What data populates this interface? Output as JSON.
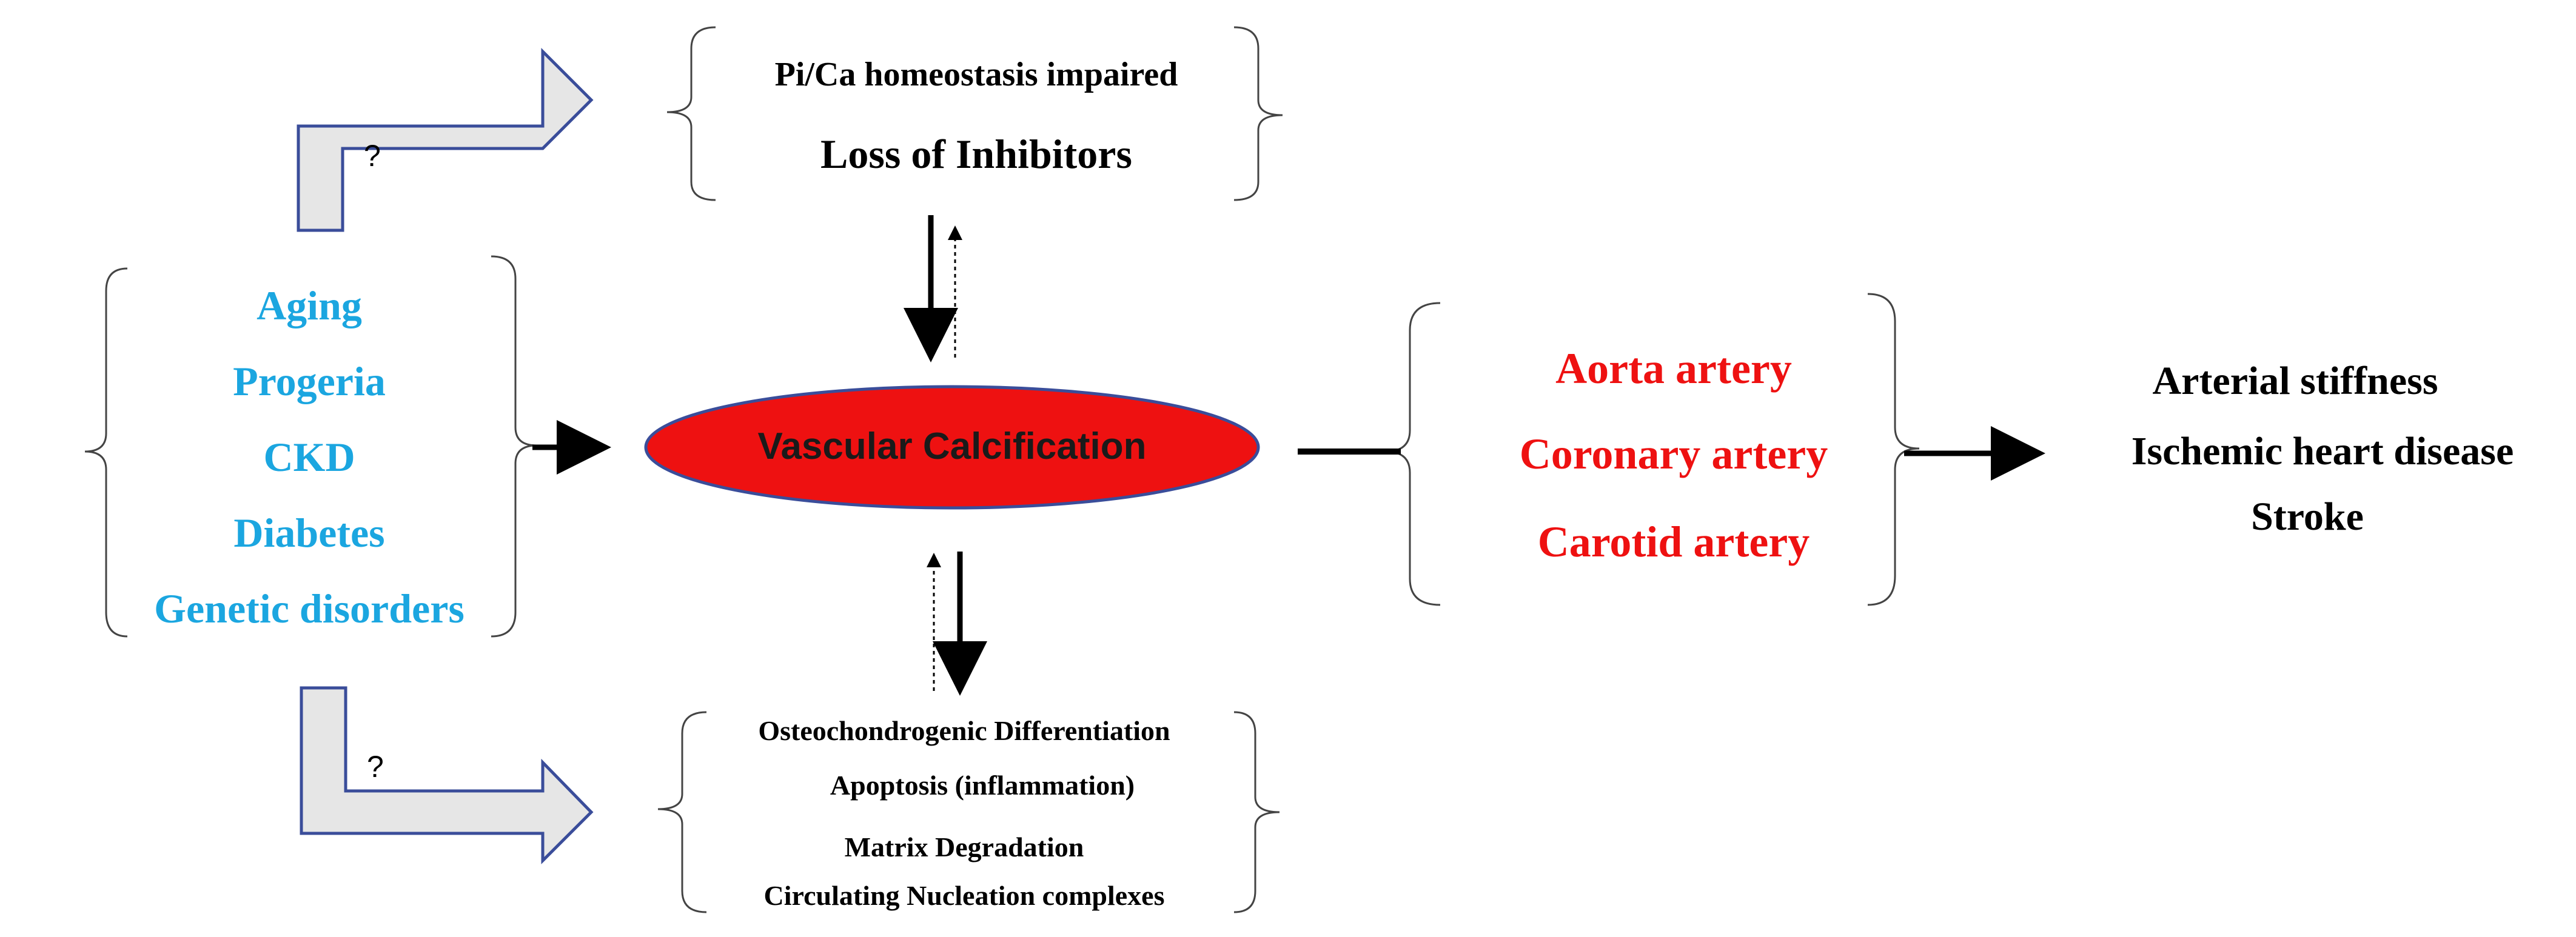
{
  "top_box": {
    "line1": "Pi/Ca homeostasis impaired",
    "line2": "Loss of Inhibitors"
  },
  "causes": [
    "Aging",
    "Progeria",
    "CKD",
    "Diabetes",
    "Genetic disorders"
  ],
  "center": {
    "label": "Vascular Calcification",
    "fill": "#ee1111",
    "stroke": "#3a4d9a"
  },
  "bottom_box": [
    "Osteochondrogenic Differentiation",
    "Apoptosis (inflammation)",
    "Matrix Degradation",
    "Circulating Nucleation complexes"
  ],
  "sites": [
    "Aorta artery",
    "Coronary artery",
    "Carotid artery"
  ],
  "outcomes": [
    "Arterial stiffness",
    "Ischemic heart disease",
    "Stroke"
  ],
  "unknown_marks": [
    "?",
    "?"
  ],
  "colors": {
    "cause_text": "#1ba6e0",
    "site_text": "#ee1111",
    "bracket": "#444444",
    "big_arrow_fill": "#e6e6e6",
    "big_arrow_stroke": "#3a4d9a"
  },
  "icons": {
    "cause_to_center": "arrow-right-icon",
    "top_to_center": "arrow-down-icon",
    "center_to_top": "dotted-arrow-up-icon",
    "bottom_to_center": "dotted-arrow-up-icon",
    "center_to_bottom": "arrow-down-icon",
    "sites_to_outcomes": "arrow-right-icon",
    "causes_to_top": "bent-arrow-up-right-icon",
    "causes_to_bottom": "bent-arrow-down-right-icon"
  }
}
